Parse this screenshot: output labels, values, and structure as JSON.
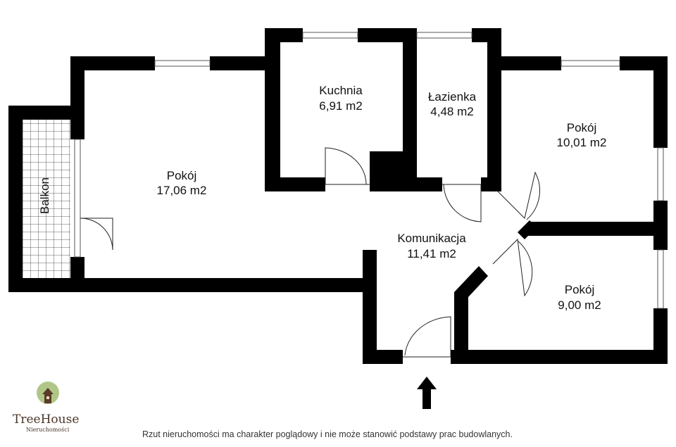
{
  "rooms": {
    "pokoj1": {
      "name": "Pokój",
      "area": "17,06 m2"
    },
    "kuchnia": {
      "name": "Kuchnia",
      "area": "6,91 m2"
    },
    "lazienka": {
      "name": "Łazienka",
      "area": "4,48 m2"
    },
    "pokoj2": {
      "name": "Pokój",
      "area": "10,01 m2"
    },
    "komunikacja": {
      "name": "Komunikacja",
      "area": "11,41 m2"
    },
    "pokoj3": {
      "name": "Pokój",
      "area": "9,00 m2"
    },
    "balkon": {
      "name": "Balkon"
    }
  },
  "logo": {
    "name": "TreeHouse",
    "subtitle": "Nieruchomości"
  },
  "disclaimer": "Rzut nieruchomości ma charakter poglądowy i nie może stanowić podstawy prac budowlanych."
}
